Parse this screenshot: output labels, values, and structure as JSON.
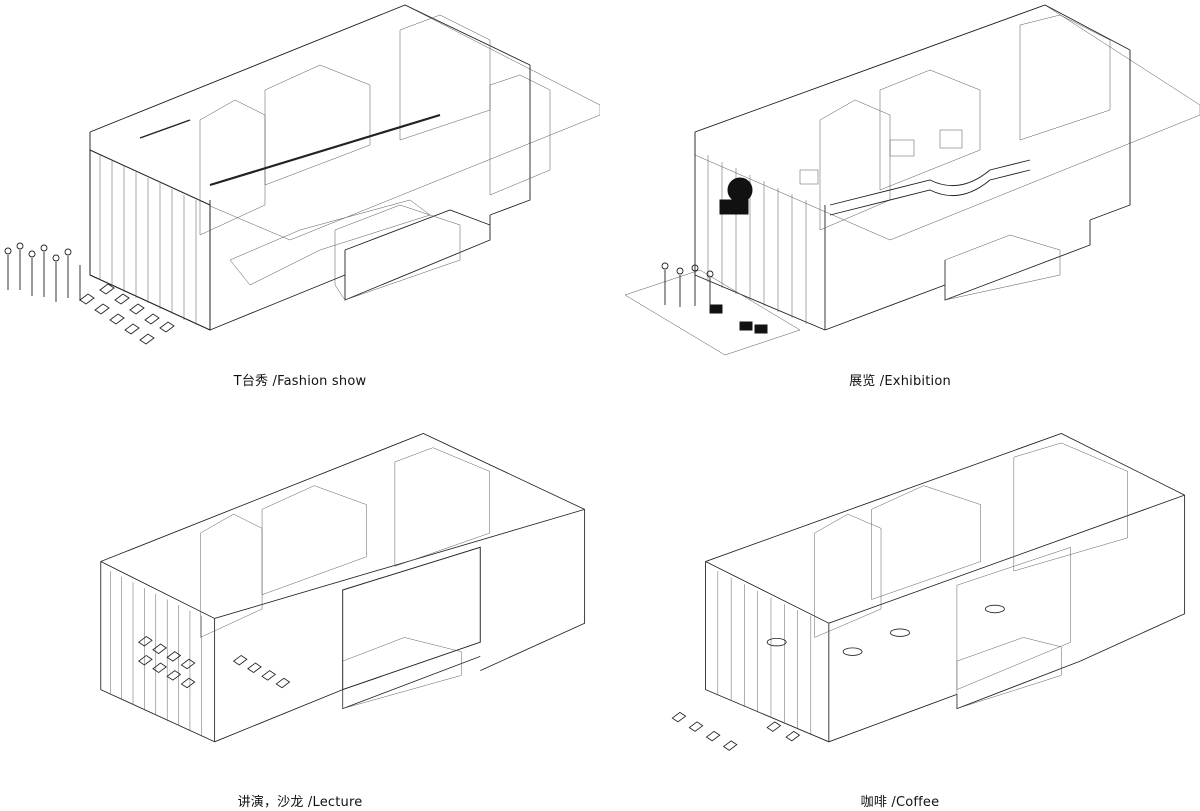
{
  "panels": [
    {
      "key": "fashion",
      "caption": "T台秀 /Fashion show"
    },
    {
      "key": "exhibition",
      "caption": "展览 /Exhibition"
    },
    {
      "key": "lecture",
      "caption": "讲演，沙龙 /Lecture"
    },
    {
      "key": "coffee",
      "caption": "咖啡 /Coffee"
    }
  ]
}
